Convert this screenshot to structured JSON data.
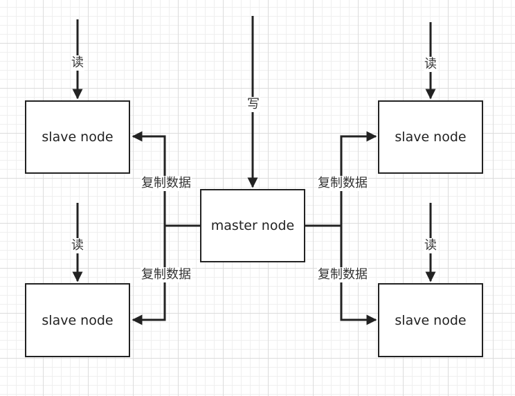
{
  "nodes": {
    "slave_top_left": "slave node",
    "slave_bottom_left": "slave node",
    "slave_top_right": "slave node",
    "slave_bottom_right": "slave node",
    "master": "master node"
  },
  "edge_labels": {
    "read": "读",
    "write": "写",
    "replicate": "复制数据"
  },
  "colors": {
    "stroke": "#222222",
    "grid": "#dcdcdc"
  }
}
